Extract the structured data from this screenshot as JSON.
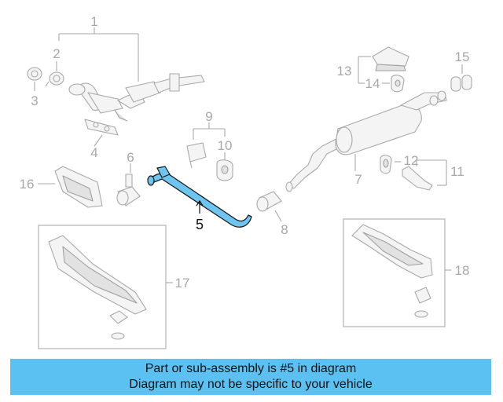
{
  "diagram": {
    "callouts": {
      "c1": "1",
      "c2": "2",
      "c3": "3",
      "c4": "4",
      "c5": "5",
      "c6": "6",
      "c7": "7",
      "c8": "8",
      "c9": "9",
      "c10": "10",
      "c11": "11",
      "c12": "12",
      "c13": "13",
      "c14": "14",
      "c15": "15",
      "c16": "16",
      "c17": "17",
      "c18": "18"
    },
    "highlighted_part": "5",
    "colors": {
      "highlight": "#6ec6f0",
      "highlight_stroke": "#1a1a1a",
      "line": "#a9a9a9",
      "banner": "#5ac1f2"
    }
  },
  "banner": {
    "line1": "Part or sub-assembly is #5 in diagram",
    "line2": "Diagram may not be specific to your vehicle"
  }
}
